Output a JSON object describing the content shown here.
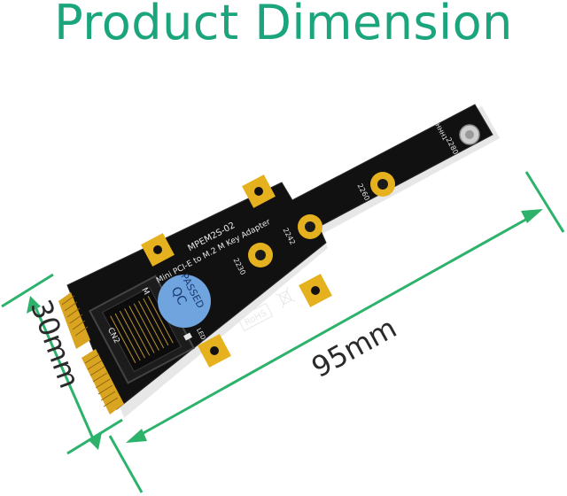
{
  "title": "Product Dimension",
  "board": {
    "model": "MPEM2S-02",
    "description": "Mini PCI-E to M.2 M Key Adapter",
    "qc_badge_line1": "QC",
    "qc_badge_line2": "PASSED",
    "rohs": "RoHS",
    "led_label": "LED1",
    "connector_label": "CN2",
    "slot_key": "M",
    "hole_2230": "2230",
    "hole_2242": "2242",
    "hole_2260": "2260",
    "hole_2280": "2280",
    "hole_label_h1": "HHH1"
  },
  "dimensions": {
    "length": "95mm",
    "width": "30mm"
  },
  "colors": {
    "title": "#1aa57c",
    "dimension": "#2db26c",
    "pcb": "#101010",
    "gold": "#e6b11e",
    "qc_badge": "#6fa4de"
  }
}
